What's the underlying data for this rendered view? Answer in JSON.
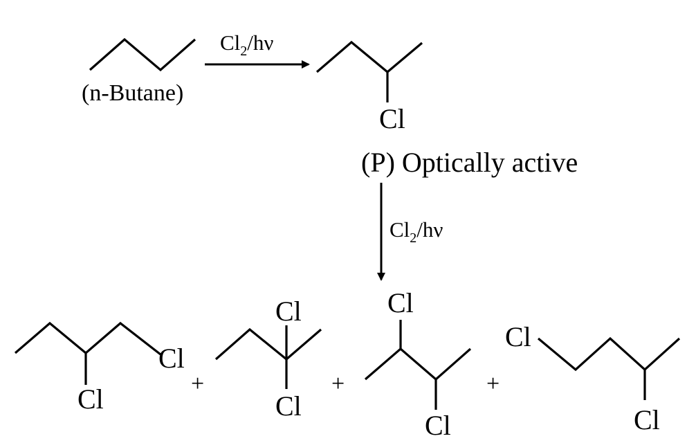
{
  "reactant": {
    "label": "(n-Butane)"
  },
  "step1": {
    "reagent_main": "Cl",
    "reagent_sub": "2",
    "reagent_tail": "/hν"
  },
  "product_p": {
    "atom": "Cl",
    "caption": "(P) Optically active"
  },
  "step2": {
    "reagent_main": "Cl",
    "reagent_sub": "2",
    "reagent_tail": "/hν"
  },
  "products": [
    {
      "atoms": [
        "Cl",
        "Cl"
      ]
    },
    {
      "atoms": [
        "Cl",
        "Cl"
      ]
    },
    {
      "atoms": [
        "Cl",
        "Cl"
      ]
    },
    {
      "atoms": [
        "Cl",
        "Cl"
      ]
    }
  ],
  "plus_sign": "+"
}
